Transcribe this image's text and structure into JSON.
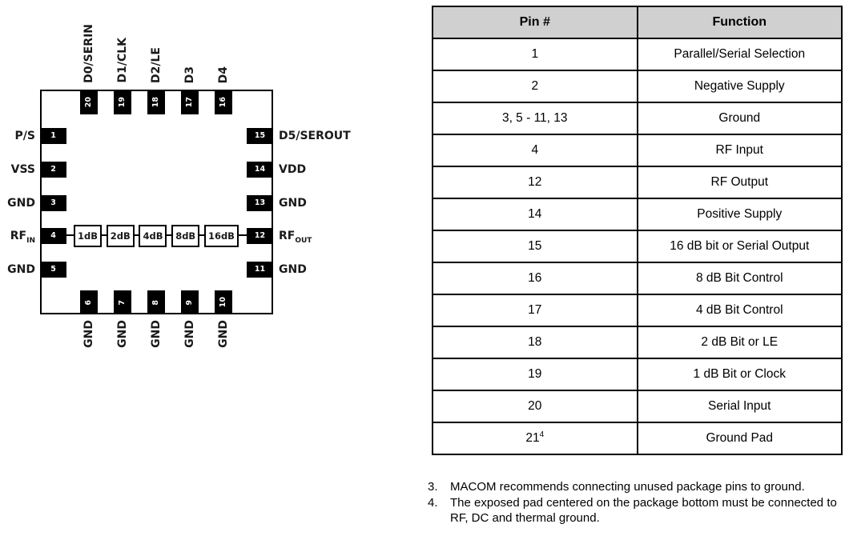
{
  "diagram": {
    "top_pins": [
      {
        "num": "20",
        "label": "D0/SERIN"
      },
      {
        "num": "19",
        "label": "D1/CLK"
      },
      {
        "num": "18",
        "label": "D2/LE"
      },
      {
        "num": "17",
        "label": "D3"
      },
      {
        "num": "16",
        "label": "D4"
      }
    ],
    "left_pins": [
      {
        "num": "1",
        "label": "P/S"
      },
      {
        "num": "2",
        "label": "VSS"
      },
      {
        "num": "3",
        "label": "GND"
      },
      {
        "num": "4",
        "label": "RF",
        "sub": "IN"
      },
      {
        "num": "5",
        "label": "GND"
      }
    ],
    "right_pins": [
      {
        "num": "15",
        "label": "D5/SEROUT"
      },
      {
        "num": "14",
        "label": "VDD"
      },
      {
        "num": "13",
        "label": "GND"
      },
      {
        "num": "12",
        "label": "RF",
        "sub": "OUT"
      },
      {
        "num": "11",
        "label": "GND"
      }
    ],
    "bottom_pins": [
      {
        "num": "6",
        "label": "GND"
      },
      {
        "num": "7",
        "label": "GND"
      },
      {
        "num": "8",
        "label": "GND"
      },
      {
        "num": "9",
        "label": "GND"
      },
      {
        "num": "10",
        "label": "GND"
      }
    ],
    "attenuators": [
      "1dB",
      "2dB",
      "4dB",
      "8dB",
      "16dB"
    ]
  },
  "table": {
    "headers": [
      "Pin #",
      "Function"
    ],
    "rows": [
      {
        "pin": "1",
        "function": "Parallel/Serial Selection"
      },
      {
        "pin": "2",
        "function": "Negative Supply"
      },
      {
        "pin": "3, 5 - 11, 13",
        "function": "Ground"
      },
      {
        "pin": "4",
        "function": "RF Input"
      },
      {
        "pin": "12",
        "function": "RF Output"
      },
      {
        "pin": "14",
        "function": "Positive Supply"
      },
      {
        "pin": "15",
        "function": "16 dB bit or Serial Output"
      },
      {
        "pin": "16",
        "function": "8 dB Bit Control"
      },
      {
        "pin": "17",
        "function": "4 dB Bit Control"
      },
      {
        "pin": "18",
        "function": "2 dB Bit or LE"
      },
      {
        "pin": "19",
        "function": "1 dB Bit or Clock"
      },
      {
        "pin": "20",
        "function": "Serial Input",
        "pin_sup": ""
      },
      {
        "pin": "21",
        "pin_sup": "4",
        "function": "Ground Pad"
      }
    ]
  },
  "notes": [
    {
      "num": "3.",
      "text": "MACOM recommends connecting unused package pins to ground."
    },
    {
      "num": "4.",
      "text": "The exposed pad centered on the package bottom must be connected to RF, DC and thermal ground."
    }
  ],
  "colors": {
    "pin_fill": "#000000",
    "table_header_bg": "#d0d0d0",
    "border": "#000000"
  }
}
